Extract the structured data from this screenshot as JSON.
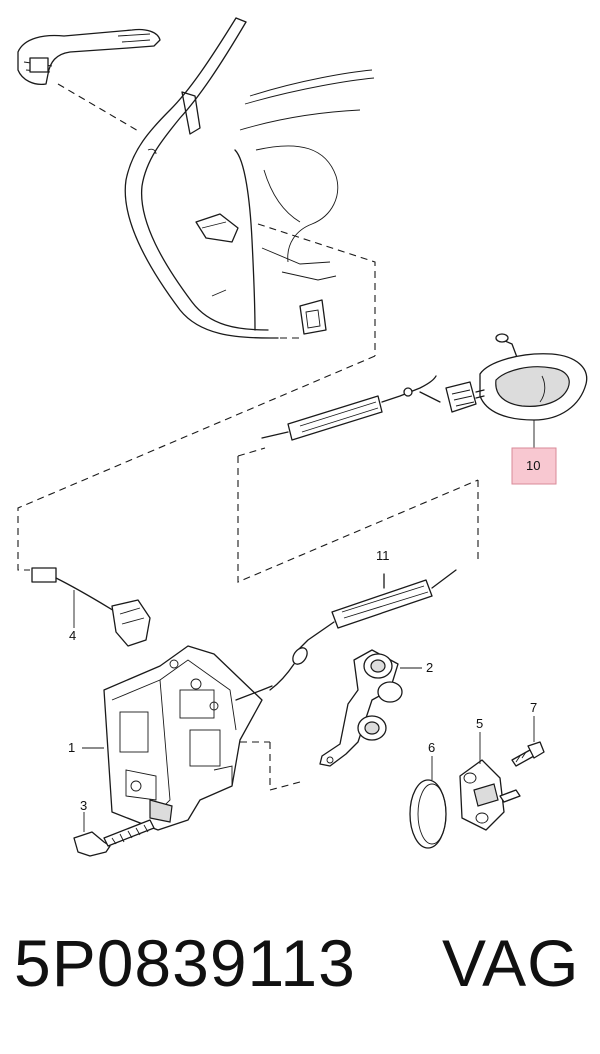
{
  "callouts": {
    "lock_unit": "1",
    "striker_bracket": "2",
    "lock_bolt": "3",
    "cable_connector": "4",
    "striker_plate": "5",
    "cover_cap": "6",
    "striker_bolt": "7",
    "interior_handle": "10",
    "bowden_cable": "11"
  },
  "highlight_color": "#f6b6c2",
  "footer": {
    "part_number": "5P0839113",
    "brand": "VAG"
  }
}
